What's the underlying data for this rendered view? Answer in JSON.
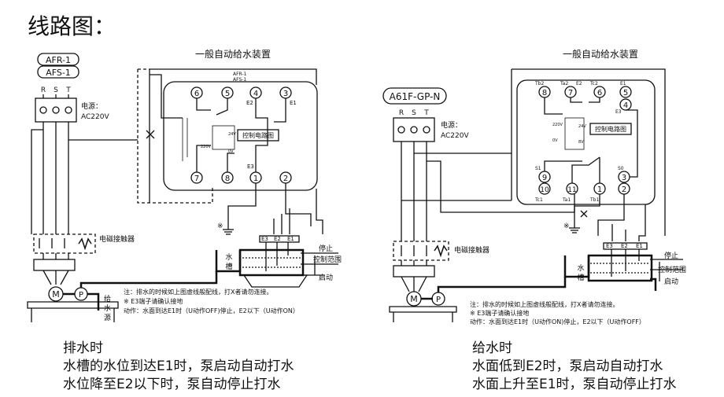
{
  "page_title": "线路图：",
  "left": {
    "models": [
      "AFR-1",
      "AFS-1"
    ],
    "device_title": "一般自动给水装置",
    "model_tags": [
      "AFR-1",
      "AFS-1"
    ],
    "power_phases": [
      "R",
      "S",
      "T"
    ],
    "power_label": "电源：",
    "power_voltage": "AC220V",
    "terminal_top": [
      "6",
      "5",
      "4",
      "3"
    ],
    "terminal_bottom": [
      "7",
      "8",
      "1",
      "2"
    ],
    "e_labels": [
      "E2",
      "E1",
      "E3"
    ],
    "control_circuit": "控制电路图",
    "transformer_taps": [
      "24V",
      "220V",
      "0V"
    ],
    "contactor": "电磁接触器",
    "motor": "M",
    "pump": "P",
    "water_source": [
      "给",
      "水",
      "源"
    ],
    "tank": [
      "水",
      "槽"
    ],
    "electrodes": [
      "E3",
      "E2",
      "E1"
    ],
    "ground": "※",
    "level_labels": [
      "停止",
      "控制范围",
      "启动"
    ],
    "note_lines": [
      "注：排水的时候如上图虚线般配线，打X者请勿连接。",
      "※ E3端子请确认接地",
      "动作：水面到达E1时（U动作OFF)停止，E2以下（U动作ON）"
    ],
    "caption_title": "排水时",
    "caption_lines": [
      "水槽的水位到达E1时，泵启动自动打水",
      "水位降至E2以下时，泵自动停止打水"
    ]
  },
  "right": {
    "model": "A61F-GP-N",
    "device_title": "一般自动给水装置",
    "power_phases": [
      "R",
      "S",
      "T"
    ],
    "power_label": "电源：",
    "power_voltage": "AC220V",
    "terminal_top": [
      "8",
      "7",
      "6",
      "5",
      "4"
    ],
    "terminal_top_labels": [
      "Tb2",
      "Ta2",
      "E2",
      "Tc2",
      "E1",
      "E3"
    ],
    "terminal_bottom": [
      "9",
      "10",
      "11",
      "1",
      "3",
      "2"
    ],
    "terminal_bottom_labels": [
      "S1",
      "Tc1",
      "Ta1",
      "Tb1",
      "S0"
    ],
    "control_circuit": "控制电路图",
    "transformer_taps": [
      "220V",
      "0V",
      "24V",
      "8V"
    ],
    "contactor": "电磁接触器",
    "motor": "M",
    "pump": "P",
    "tank": [
      "水",
      "槽"
    ],
    "electrodes": [
      "E3",
      "E2",
      "E1"
    ],
    "ground": "※",
    "level_labels": [
      "停止",
      "控制范围",
      "启动"
    ],
    "note_lines": [
      "注：排水的时候如上图虚线般配线，打X者请勿连接。",
      "※ E3端子请确认接地",
      "动作：水面到达E1时（U动作ON)停止，E2以下（U动作OFF）"
    ],
    "caption_title": "给水时",
    "caption_lines": [
      "水面低到E2时，泵启动自动打水",
      "水面上升至E1时，泵自动停止打水"
    ]
  }
}
